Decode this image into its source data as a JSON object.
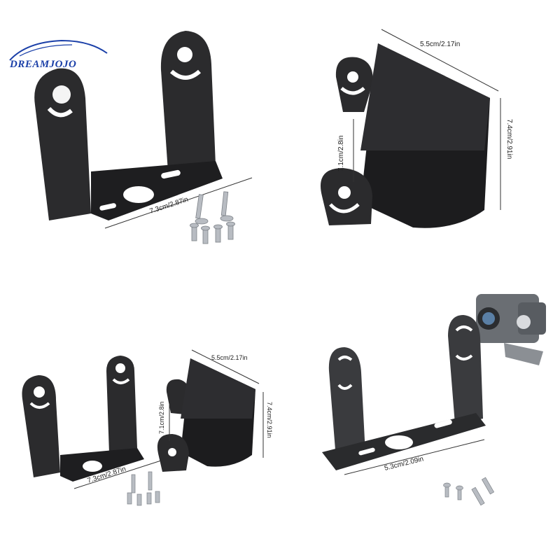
{
  "brand": {
    "logo_text": "DREAMJOJO"
  },
  "panels": {
    "top_left": {
      "dims": {
        "width": "7.3cm/2.87in"
      }
    },
    "top_right": {
      "dims": {
        "top": "5.5cm/2.17in",
        "left": "7.1cm/2.8in",
        "right": "7.4cm/2.91in"
      }
    },
    "bottom_left": {
      "dims": {
        "width": "7.3cm/2.87in",
        "top": "5.5cm/2.17in",
        "left": "7.1cm/2.8in",
        "right": "7.4cm/2.91in"
      }
    },
    "bottom_right": {
      "dims": {
        "width": "5.3cm/2.09in"
      }
    }
  },
  "colors": {
    "metal": "#2b2b2d",
    "metal_dark": "#1c1c1e",
    "screw": "#b8bcc2",
    "logo": "#1a3fa8"
  }
}
